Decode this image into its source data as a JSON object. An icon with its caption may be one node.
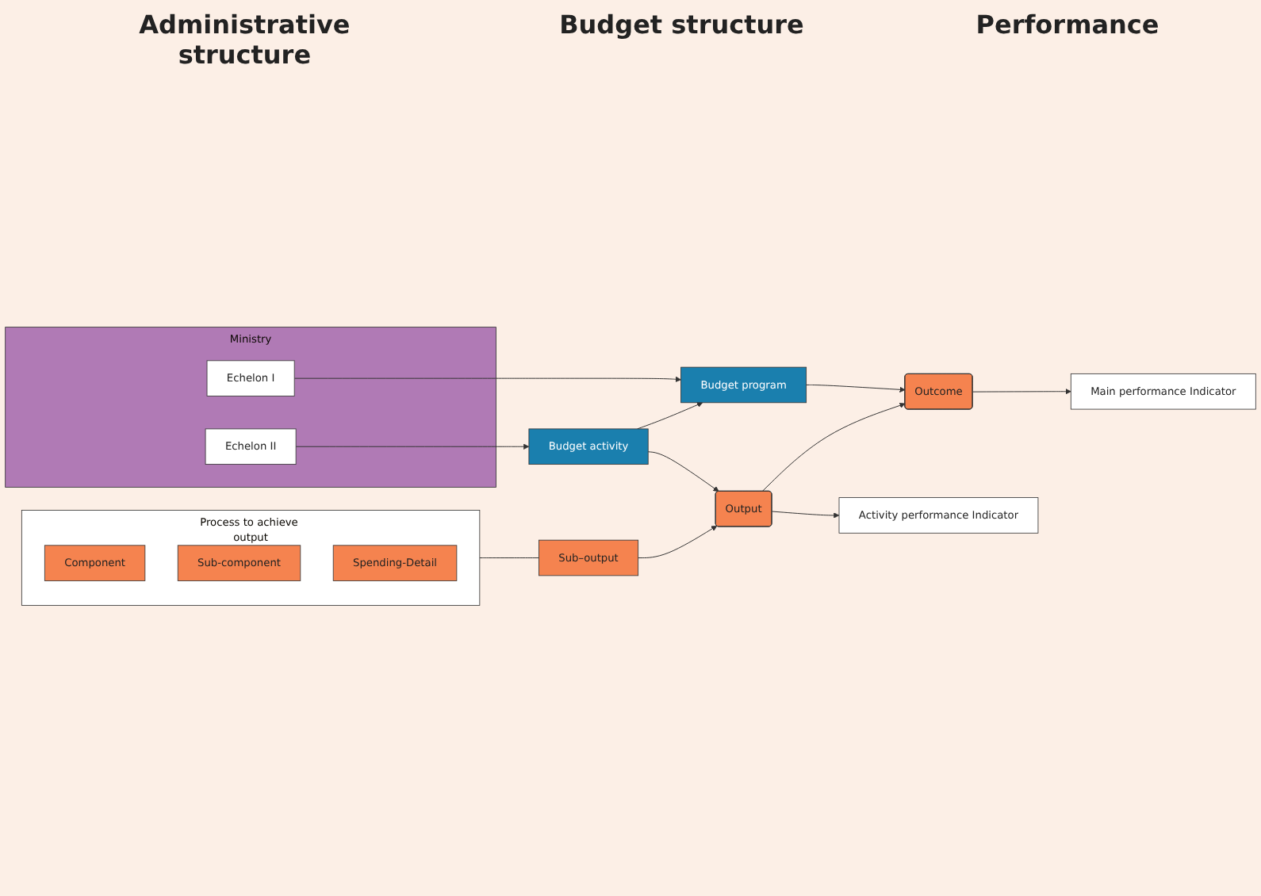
{
  "diagram": {
    "nodes": [
      {
        "text": [
          "Ministry"
        ]
      },
      {
        "text": [
          "Echelon I"
        ],
        "in": 0
      },
      {
        "text": [
          "Echelon II"
        ],
        "in": 0
      },
      {
        "text": [
          "Budget program"
        ]
      },
      {
        "text": [
          "Budget activity"
        ]
      },
      {
        "text": [
          "Outcome"
        ]
      },
      {
        "text": [
          "Output"
        ]
      },
      {
        "text": [
          "Main performance Indicator"
        ]
      },
      {
        "text": [
          "Activity performance Indicator"
        ]
      },
      {
        "text": [
          "Sub–output"
        ]
      },
      {
        "text": [
          "Process to achieve output"
        ]
      },
      {
        "text": [
          "Component"
        ],
        "in": 10
      },
      {
        "text": [
          "Sub-component"
        ],
        "in": 10
      },
      {
        "text": [
          "Spending-Detail"
        ],
        "in": 10
      }
    ],
    "edges": [
      {
        "from": 1,
        "to": 3,
        "arrow": "to"
      },
      {
        "from": 2,
        "to": 4,
        "arrow": "to"
      },
      {
        "from": 4,
        "to": 3,
        "arrow": "to"
      },
      {
        "from": 3,
        "to": 5,
        "arrow": "to"
      },
      {
        "from": 4,
        "to": 6,
        "arrow": "to"
      },
      {
        "from": 6,
        "to": 5,
        "arrow": "to"
      },
      {
        "from": 5,
        "to": 7,
        "arrow": "to"
      },
      {
        "from": 6,
        "to": 8,
        "arrow": "to"
      },
      {
        "from": 9,
        "to": 6,
        "arrow": "to"
      },
      {
        "from": 10,
        "to": 9,
        "arrow": "none"
      }
    ],
    "labels": [
      "Administrative structure",
      "Budget structure",
      "Performance"
    ]
  }
}
